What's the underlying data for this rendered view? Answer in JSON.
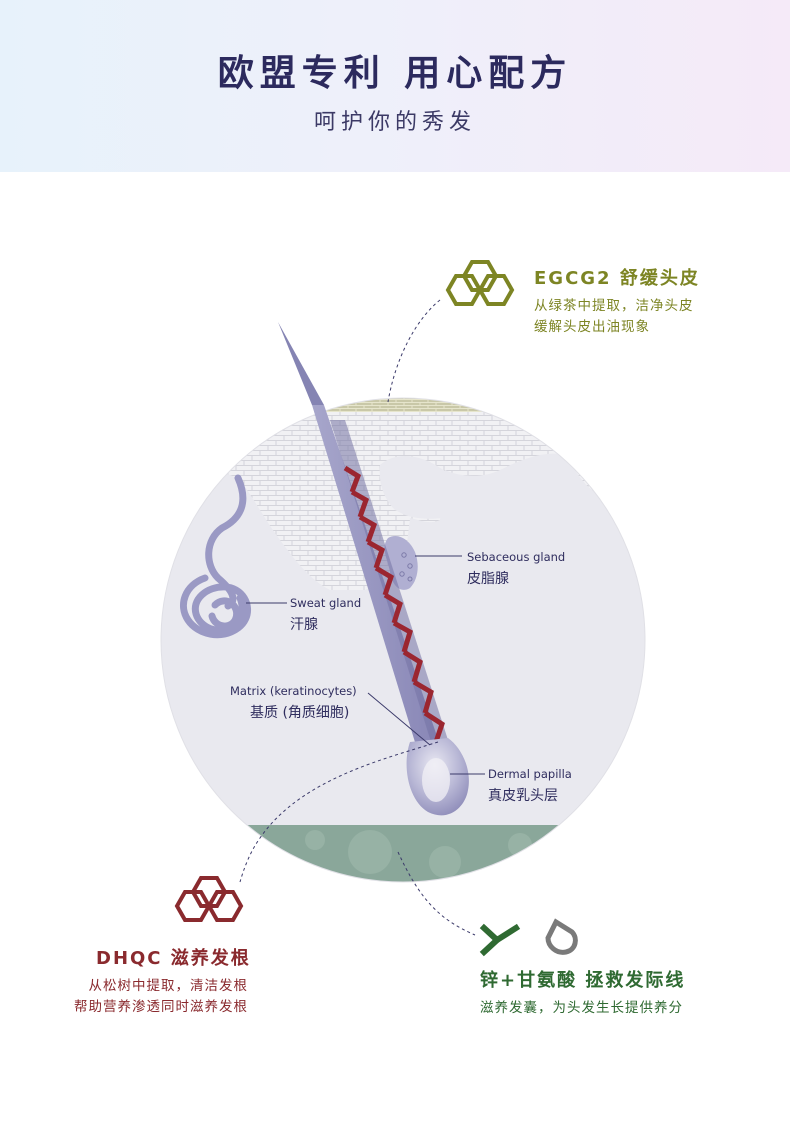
{
  "header": {
    "title": "欧盟专利 用心配方",
    "subtitle": "呵护你的秀发"
  },
  "diagram": {
    "labels": {
      "sebaceous_en": "Sebaceous gland",
      "sebaceous_zh": "皮脂腺",
      "sweat_en": "Sweat gland",
      "sweat_zh": "汗腺",
      "matrix_en": "Matrix (keratinocytes)",
      "matrix_zh": "基质 (角质细胞)",
      "papilla_en": "Dermal papilla",
      "papilla_zh": "真皮乳头层"
    }
  },
  "features": {
    "egcg": {
      "icon": "hexagon-molecule-icon",
      "color": "#7d8524",
      "title": "EGCG2 舒缓头皮",
      "desc_line1": "从绿茶中提取，洁净头皮",
      "desc_line2": "缓解头皮出油现象"
    },
    "dhqc": {
      "icon": "hexagon-molecule-icon",
      "color": "#8a2a2e",
      "title": "DHQC 滋养发根",
      "desc_line1": "从松树中提取，清洁发根",
      "desc_line2": "帮助营养渗透同时滋养发根"
    },
    "zinc": {
      "icons": [
        "y-molecule-icon",
        "drop-icon"
      ],
      "color": "#2f6a32",
      "title": "锌+甘氨酸 拯救发际线",
      "desc_line1": "滋养发囊，为头发生长提供养分"
    }
  }
}
